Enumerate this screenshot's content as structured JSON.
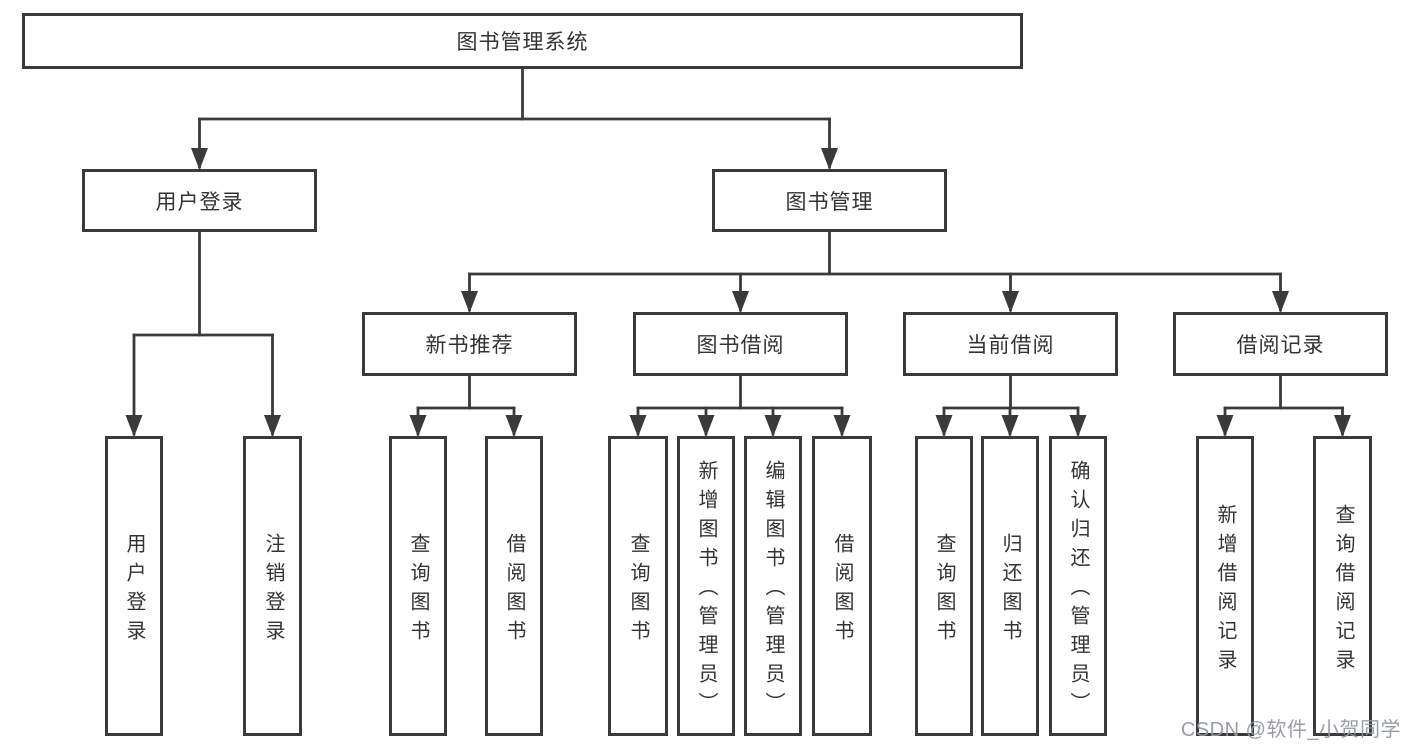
{
  "diagram": {
    "title": "图书管理系统",
    "watermark": "CSDN @软件_小贺同学",
    "colors": {
      "line": "#3a3a3a",
      "border": "#3a3a3a",
      "text": "#333333",
      "watermark": "#94989e",
      "background": "#ffffff"
    },
    "nodes": [
      {
        "id": "root",
        "label": "图书管理系统",
        "level": 0
      },
      {
        "id": "user-login",
        "label": "用户登录",
        "level": 1
      },
      {
        "id": "book-mgmt",
        "label": "图书管理",
        "level": 1
      },
      {
        "id": "new-book-rec",
        "label": "新书推荐",
        "level": 2
      },
      {
        "id": "book-borrow",
        "label": "图书借阅",
        "level": 2
      },
      {
        "id": "current-borrow",
        "label": "当前借阅",
        "level": 2
      },
      {
        "id": "borrow-records",
        "label": "借阅记录",
        "level": 2
      },
      {
        "id": "leaf-user-login",
        "label": "用户登录",
        "level": 3
      },
      {
        "id": "leaf-logout",
        "label": "注销登录",
        "level": 3
      },
      {
        "id": "rec-query-book",
        "label": "查询图书",
        "level": 3
      },
      {
        "id": "rec-borrow-book",
        "label": "借阅图书",
        "level": 3
      },
      {
        "id": "bb-query-book",
        "label": "查询图书",
        "level": 3
      },
      {
        "id": "bb-add-book",
        "label": "新增图书（管理员）",
        "level": 3
      },
      {
        "id": "bb-edit-book",
        "label": "编辑图书（管理员）",
        "level": 3
      },
      {
        "id": "bb-borrow-book",
        "label": "借阅图书",
        "level": 3
      },
      {
        "id": "cb-query-book",
        "label": "查询图书",
        "level": 3
      },
      {
        "id": "cb-return-book",
        "label": "归还图书",
        "level": 3
      },
      {
        "id": "cb-confirm-return",
        "label": "确认归还（管理员）",
        "level": 3
      },
      {
        "id": "br-add-record",
        "label": "新增借阅记录",
        "level": 3
      },
      {
        "id": "br-query-record",
        "label": "查询借阅记录",
        "level": 3
      }
    ],
    "hierarchy": [
      {
        "parent": "root",
        "children": [
          "user-login",
          "book-mgmt"
        ]
      },
      {
        "parent": "user-login",
        "children": [
          "leaf-user-login",
          "leaf-logout"
        ]
      },
      {
        "parent": "book-mgmt",
        "children": [
          "new-book-rec",
          "book-borrow",
          "current-borrow",
          "borrow-records"
        ]
      },
      {
        "parent": "new-book-rec",
        "children": [
          "rec-query-book",
          "rec-borrow-book"
        ]
      },
      {
        "parent": "book-borrow",
        "children": [
          "bb-query-book",
          "bb-add-book",
          "bb-edit-book",
          "bb-borrow-book"
        ]
      },
      {
        "parent": "current-borrow",
        "children": [
          "cb-query-book",
          "cb-return-book",
          "cb-confirm-return"
        ]
      },
      {
        "parent": "borrow-records",
        "children": [
          "br-add-record",
          "br-query-record"
        ]
      }
    ]
  }
}
